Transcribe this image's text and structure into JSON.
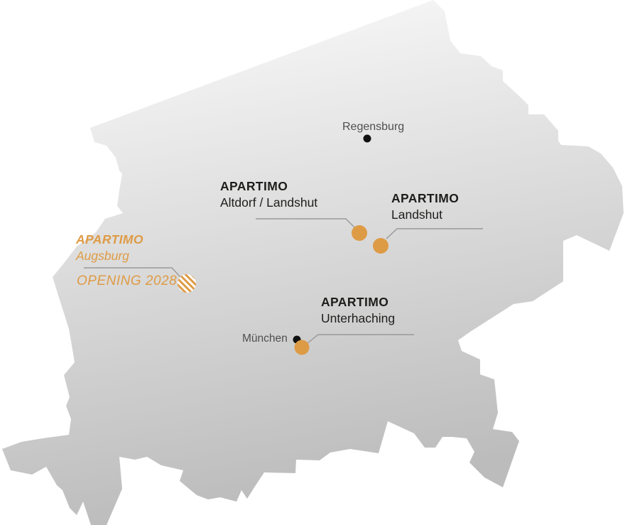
{
  "map": {
    "region": "Bavaria silhouette",
    "fill_top": "#fdfdfd",
    "fill_bottom": "#bcbcbc",
    "accent_color": "#DE9B45",
    "leader_line_color": "#999999",
    "label_color": "#1d1d1b",
    "reference_city_color": "#4f4f4f"
  },
  "locations": [
    {
      "id": "altdorf-landshut",
      "brand": "APARTIMO",
      "name": "Altdorf / Landshut",
      "marker": "solid-orange-dot"
    },
    {
      "id": "landshut",
      "brand": "APARTIMO",
      "name": "Landshut",
      "marker": "solid-orange-dot"
    },
    {
      "id": "unterhaching",
      "brand": "APARTIMO",
      "name": "Unterhaching",
      "marker": "solid-orange-dot"
    },
    {
      "id": "augsburg",
      "brand": "APARTIMO",
      "name": "Augsburg",
      "marker": "striped-orange-dot",
      "status": "OPENING 2028"
    }
  ],
  "reference_cities": [
    {
      "name": "Regensburg",
      "marker": "black-dot"
    },
    {
      "name": "München",
      "marker": "black-dot"
    }
  ]
}
